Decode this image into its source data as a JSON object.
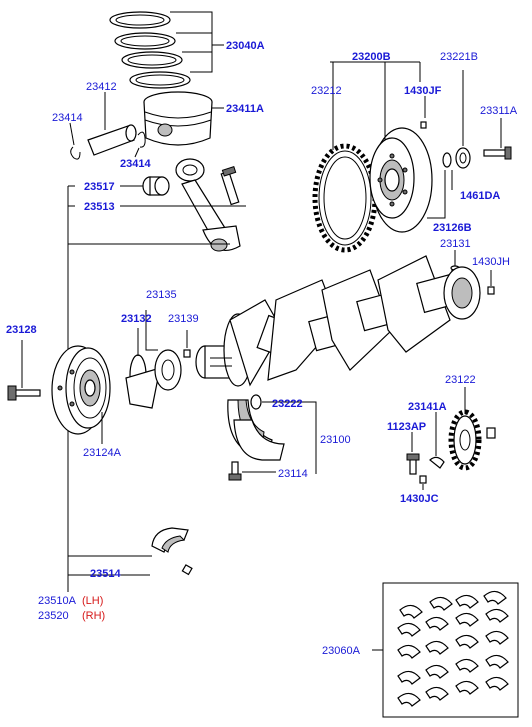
{
  "labels": {
    "p23040A": "23040A",
    "p23411A": "23411A",
    "p23412": "23412",
    "p23414a": "23414",
    "p23414b": "23414",
    "p23517": "23517",
    "p23513": "23513",
    "p23200B": "23200B",
    "p23221B": "23221B",
    "p23212": "23212",
    "p1430JF": "1430JF",
    "p23311A": "23311A",
    "p1461DA": "1461DA",
    "p23126B": "23126B",
    "p23131": "23131",
    "p1430JH": "1430JH",
    "p23135": "23135",
    "p23132": "23132",
    "p23139": "23139",
    "p23128": "23128",
    "p23124A": "23124A",
    "p23222": "23222",
    "p23100": "23100",
    "p23114": "23114",
    "p23122": "23122",
    "p23141A": "23141A",
    "p1123AP": "1123AP",
    "p1430JC": "1430JC",
    "p23514": "23514",
    "p23510A": "23510A",
    "p23510A_note": "(LH)",
    "p23520": "23520",
    "p23520_note": "(RH)",
    "p23060A": "23060A"
  }
}
